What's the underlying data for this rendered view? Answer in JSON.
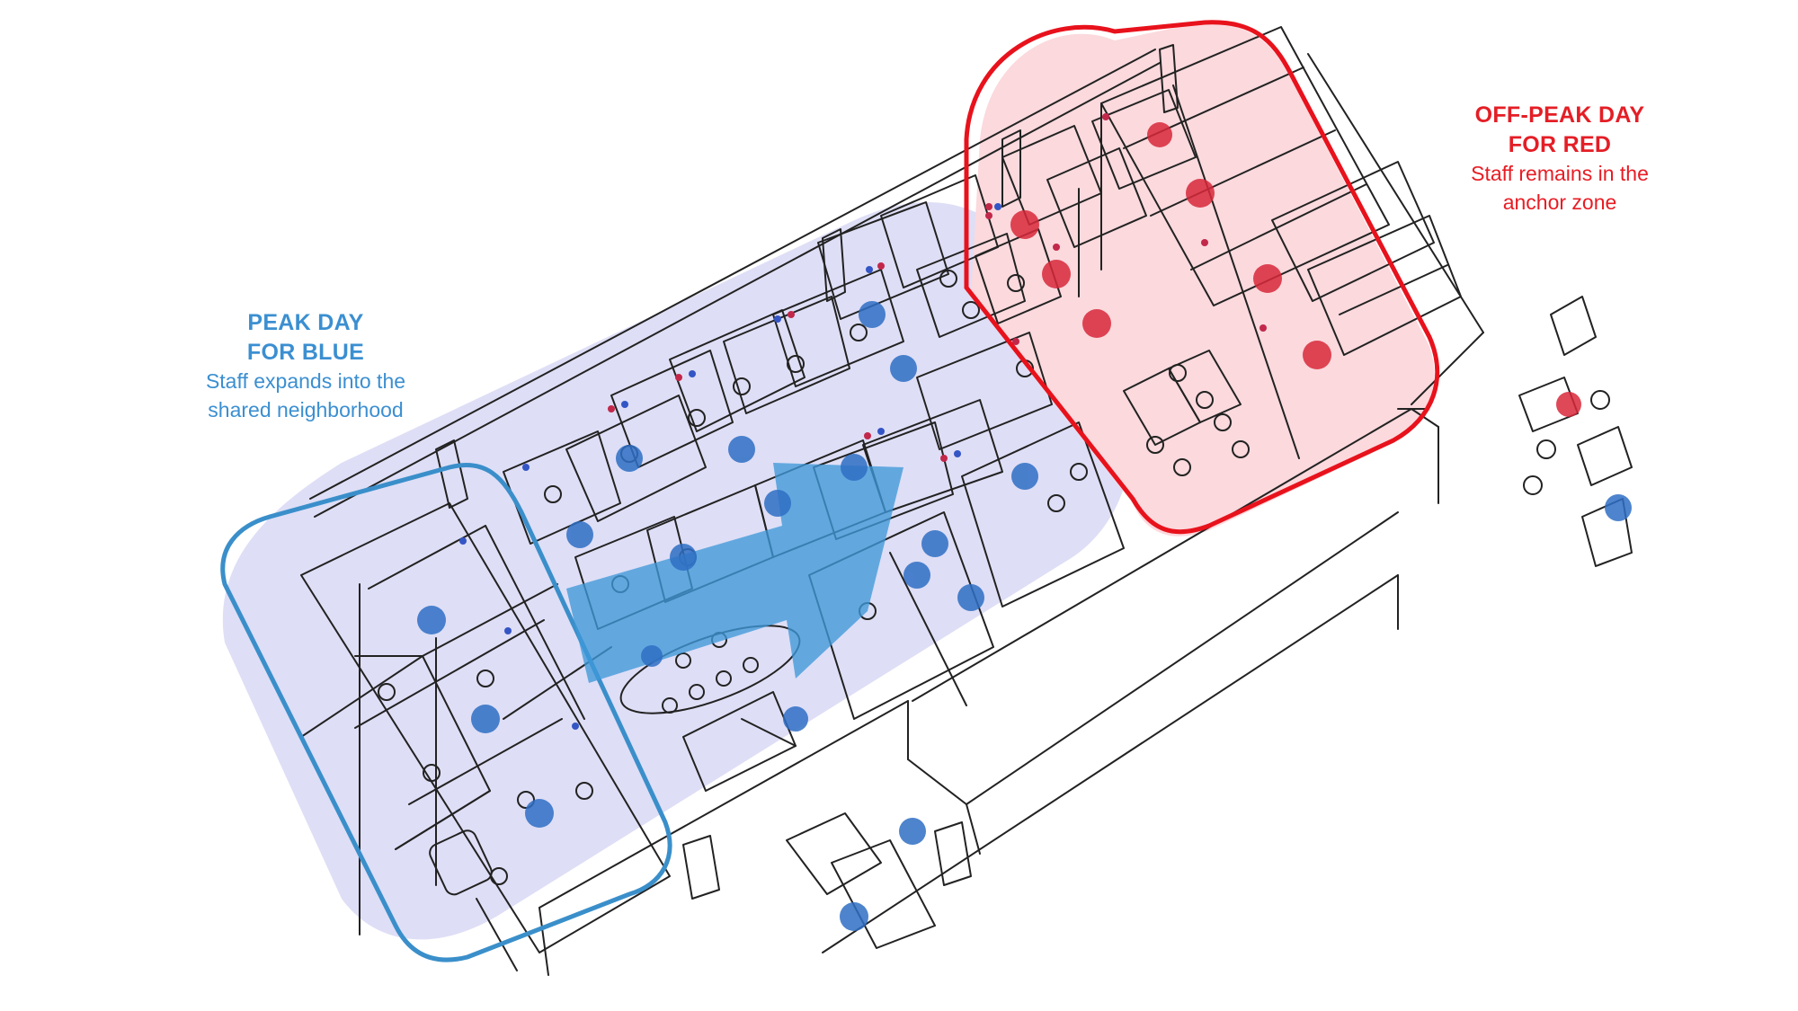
{
  "labels": {
    "blue": {
      "heading_line1": "PEAK DAY",
      "heading_line2": "FOR BLUE",
      "sub_line1": "Staff expands into the",
      "sub_line2": "shared neighborhood"
    },
    "red": {
      "heading_line1": "OFF-PEAK DAY",
      "heading_line2": "FOR RED",
      "sub_line1": "Staff remains in the",
      "sub_line2": "anchor zone"
    }
  },
  "colors": {
    "blue_text": "#3b8fd1",
    "blue_outline": "#3a8fca",
    "blue_fill": "#dcdcf6",
    "arrow": "#3f98d8",
    "red_text": "#e41e26",
    "red_outline": "#e8121c",
    "red_fill": "#fbd9dd",
    "person_blue": "#2f6fc4",
    "person_red": "#d8283a",
    "ink": "#222222"
  }
}
